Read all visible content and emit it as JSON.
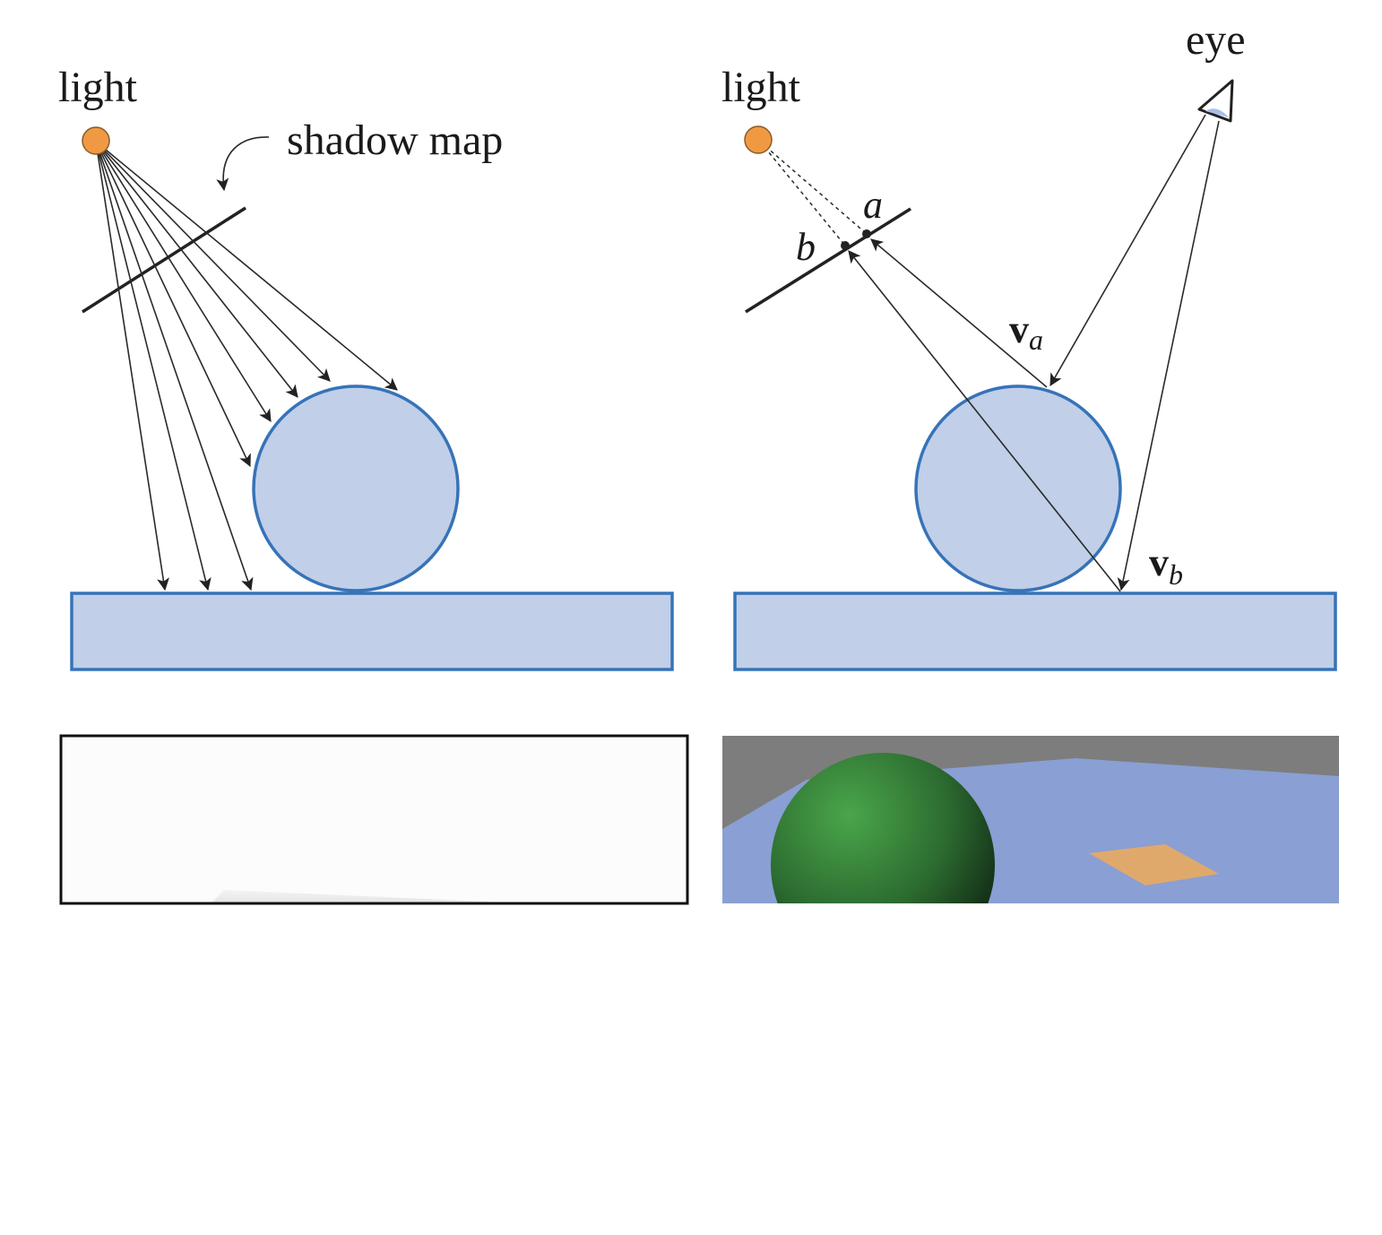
{
  "labels": {
    "light_left": "light",
    "shadow_map": "shadow map",
    "light_right": "light",
    "eye": "eye",
    "point_a": "a",
    "point_b": "b",
    "vec_a_main": "v",
    "vec_a_sub": "a",
    "vec_b_main": "v",
    "vec_b_sub": "b"
  },
  "colors": {
    "light": "#ef9a43",
    "object_fill": "#c1cfe8",
    "object_stroke": "#3673b8",
    "floor_render": "#8a9fd3",
    "sphere_render": "#3a8a3a",
    "box_render": "#d39a62"
  },
  "panels": {
    "top_left": "shadow-map-generation-diagram",
    "top_right": "shadow-test-diagram",
    "bottom_left": "depth-map-image",
    "bottom_right": "shadowed-render-image"
  }
}
